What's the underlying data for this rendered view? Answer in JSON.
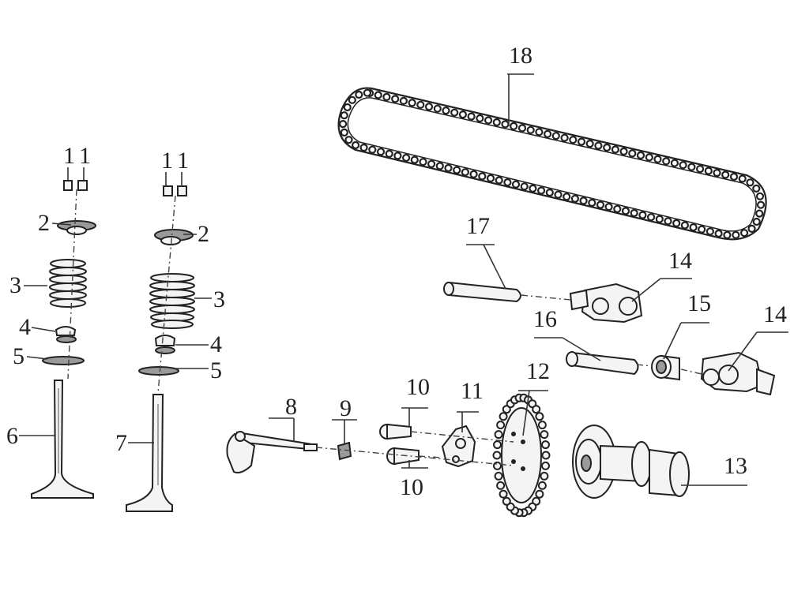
{
  "labels": {
    "l1a": "1",
    "l1b": "1",
    "l1c": "1",
    "l1d": "1",
    "l2a": "2",
    "l2b": "2",
    "l3a": "3",
    "l3b": "3",
    "l4a": "4",
    "l4b": "4",
    "l5a": "5",
    "l5b": "5",
    "l6": "6",
    "l7": "7",
    "l8": "8",
    "l9": "9",
    "l10a": "10",
    "l10b": "10",
    "l11": "11",
    "l12": "12",
    "l13": "13",
    "l14a": "14",
    "l14b": "14",
    "l15": "15",
    "l16": "16",
    "l17": "17",
    "l18": "18"
  }
}
